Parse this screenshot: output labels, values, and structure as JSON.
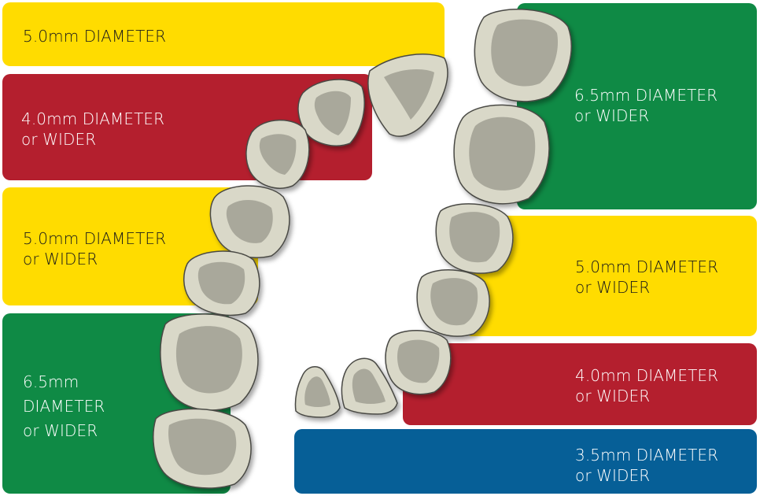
{
  "bands": {
    "left_1": {
      "label": "5.0mm DIAMETER",
      "color": "#ffdc00"
    },
    "left_2": {
      "label": "4.0mm DIAMETER\nor WIDER",
      "color": "#b41f2e"
    },
    "left_3": {
      "label": "5.0mm DIAMETER\nor WIDER",
      "color": "#ffdc00"
    },
    "left_4": {
      "label": "6.5mm\nDIAMETER\nor WIDER",
      "color": "#0f8a45"
    },
    "right_1": {
      "label": "6.5mm DIAMETER\nor WIDER",
      "color": "#0f8a45"
    },
    "right_2": {
      "label": "5.0mm DIAMETER\nor WIDER",
      "color": "#ffdc00"
    },
    "right_3": {
      "label": "4.0mm DIAMETER\nor WIDER",
      "color": "#b41f2e"
    },
    "right_4": {
      "label": "3.5mm DIAMETER\nor WIDER",
      "color": "#065f97"
    }
  },
  "tooth_colors": {
    "enamel": "#d9d8c8",
    "fissure": "#a9a89b",
    "outline": "#4a4a44"
  }
}
